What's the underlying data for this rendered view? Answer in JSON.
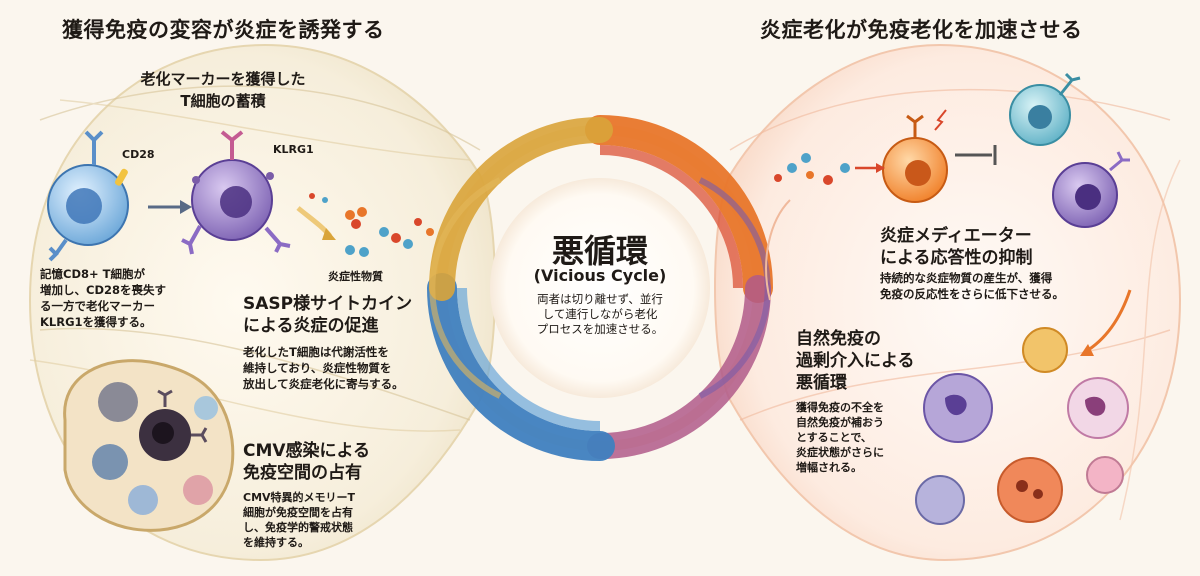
{
  "left": {
    "heading": "獲得免疫の変容が炎症を誘発する",
    "accumulation": {
      "title_line1": "老化マーカーを獲得した",
      "title_line2": "T細胞の蓄積",
      "marker_cd28": "CD28",
      "marker_klrg1": "KLRG1",
      "body": [
        "記憶CD8+ T細胞が",
        "増加し、CD28を喪失す",
        "る一方で老化マーカー",
        "KLRG1を獲得する。"
      ]
    },
    "inflammatory_label": "炎症性物質",
    "sasp": {
      "title_line1": "SASP様サイトカイン",
      "title_line2": "による炎症の促進",
      "body": [
        "老化したT細胞は代謝活性を",
        "維持しており、炎症性物質を",
        "放出して炎症老化に寄与する。"
      ]
    },
    "cmv": {
      "title_line1": "CMV感染による",
      "title_line2": "免疫空間の占有",
      "body": [
        "CMV特異的メモリーT",
        "細胞が免疫空間を占有",
        "し、免疫学的警戒状態",
        "を維持する。"
      ]
    }
  },
  "center": {
    "title": "悪循環",
    "subtitle": "(Vicious Cycle)",
    "body": [
      "両者は切り離せず、並行",
      "して連行しながら老化",
      "プロセスを加速させる。"
    ]
  },
  "right": {
    "heading": "炎症老化が免疫老化を加速させる",
    "mediator": {
      "title_line1": "炎症メディエーター",
      "title_line2": "による応答性の抑制",
      "body": [
        "持続的な炎症物質の産生が、獲得",
        "免疫の反応性をさらに低下させる。"
      ]
    },
    "innate": {
      "title_line1": "自然免疫の",
      "title_line2": "過剰介入による",
      "title_line3": "悪循環",
      "body": [
        "獲得免疫の不全を",
        "自然免疫が補おう",
        "とすることで、",
        "炎症状態がさらに",
        "増幅される。"
      ]
    }
  },
  "colors": {
    "left_bg": "#f3ecd9",
    "right_bg": "#fbe6da",
    "swirl_orange": "#e8762a",
    "swirl_blue": "#3f7fbf",
    "swirl_gold": "#d9a43a",
    "swirl_red": "#d9472b",
    "swirl_purple": "#7a5ca8"
  }
}
